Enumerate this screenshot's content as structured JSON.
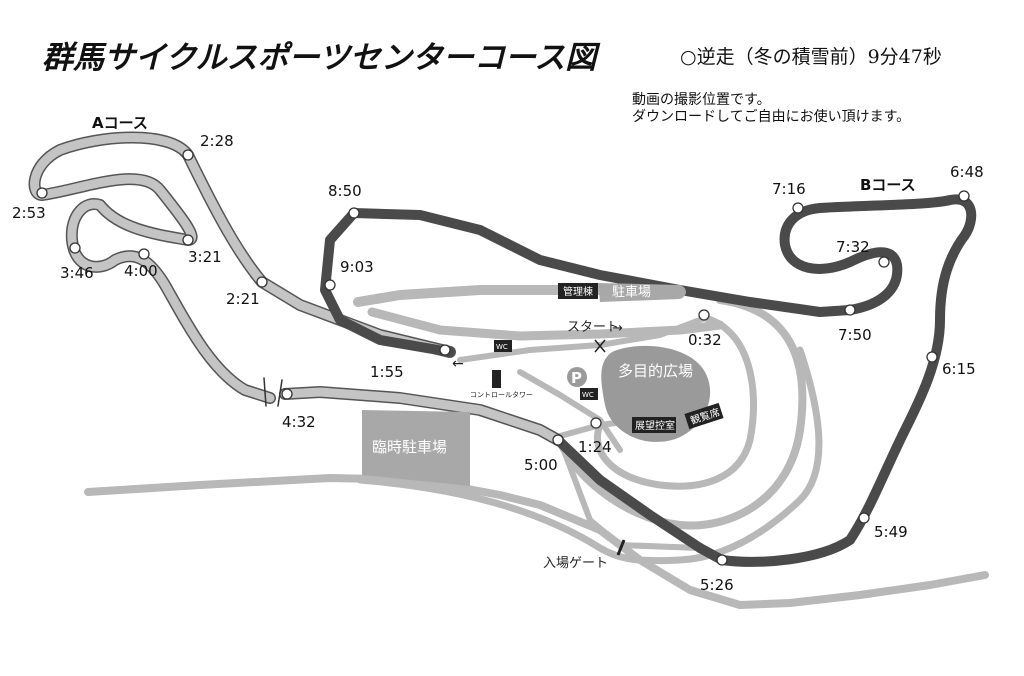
{
  "title": "群馬サイクルスポーツセンターコース図",
  "subtitle": "○逆走（冬の積雪前）9分47秒",
  "note": [
    "動画の撮影位置です。",
    "ダウンロードしてご自由にお使い頂けます。"
  ],
  "courses": {
    "a": "Aコース",
    "b": "Bコース"
  },
  "timestamps": {
    "t0032": "0:32",
    "t0124": "1:24",
    "t0155": "1:55",
    "t0221": "2:21",
    "t0228": "2:28",
    "t0253": "2:53",
    "t0321": "3:21",
    "t0346": "3:46",
    "t0400": "4:00",
    "t0432": "4:32",
    "t0500": "5:00",
    "t0526": "5:26",
    "t0549": "5:49",
    "t0615": "6:15",
    "t0648": "6:48",
    "t0716": "7:16",
    "t0732": "7:32",
    "t0750": "7:50",
    "t0850": "8:50",
    "t0903": "9:03"
  },
  "facilities": {
    "management": "管理棟",
    "parking": "駐車場",
    "multipurpose": "多目的広場",
    "parking_mark": "P",
    "wc": "WC",
    "observatory": "展望控室",
    "viewing": "観覧席",
    "temp_parking": "臨時駐車場",
    "control_tower": "コントロールタワー",
    "start": "スタート",
    "entrance_gate": "入場ゲート"
  },
  "arrows": {
    "right": "→",
    "left": "←"
  },
  "colors": {
    "track_light": "#bcbcbc",
    "track_dark": "#4a4a4a",
    "road": "#b8b8b8",
    "label_box": "#222222",
    "temp_parking_fill": "#a8a8a8",
    "plaza_fill": "#9a9a9a"
  }
}
